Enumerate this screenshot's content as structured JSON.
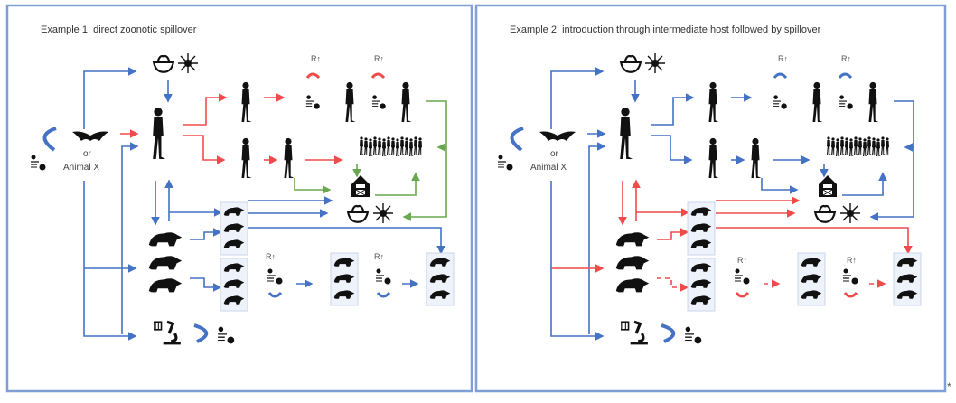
{
  "panels": [
    {
      "title": "Example 1: direct zoonotic spillover",
      "or_label": "or",
      "host_label": "Animal X",
      "r_label": "R↑"
    },
    {
      "title": "Example 2: introduction through intermediate host followed by spillover",
      "or_label": "or",
      "host_label": "Animal X",
      "r_label": "R↑"
    }
  ],
  "footnote_mark": "*",
  "colors": {
    "frame": "#7f9fd6",
    "blue": "#4472c4",
    "red": "#f04b4b",
    "green": "#6aa84f",
    "icon": "#111111"
  },
  "icons": [
    "bat-icon",
    "person-icon",
    "crowd-icon",
    "farm-barn-icon",
    "food-bowl-icon",
    "virus-icon",
    "intermediate-animals-icon",
    "microscope-icon",
    "replication-icon",
    "recycle-arrow-icon"
  ]
}
